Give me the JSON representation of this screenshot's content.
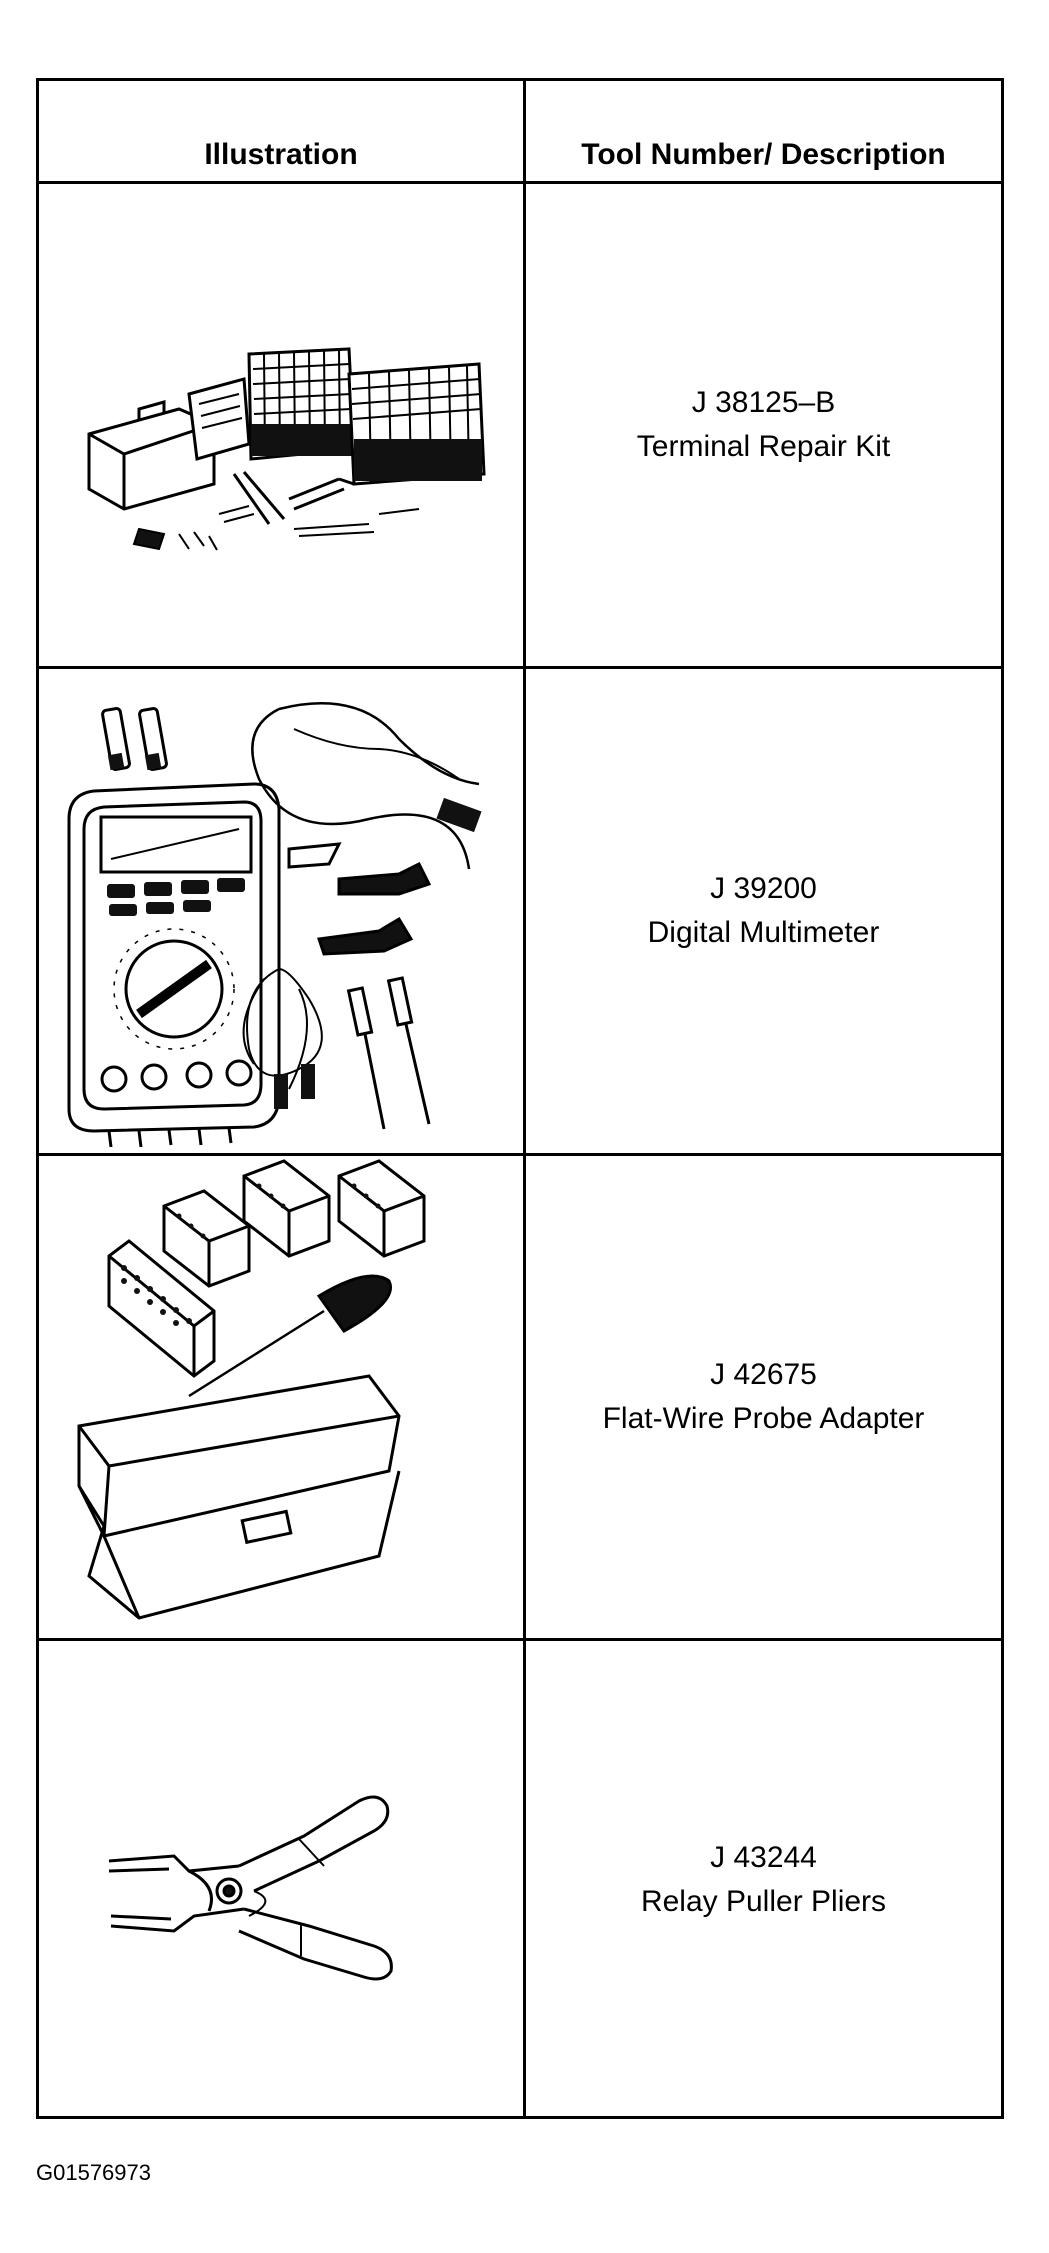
{
  "table": {
    "headers": {
      "illustration": "Illustration",
      "tool": "Tool Number/ Description"
    },
    "rows": [
      {
        "illustration_icon": "terminal-repair-kit-icon",
        "number": "J 38125–B",
        "description": "Terminal Repair Kit"
      },
      {
        "illustration_icon": "digital-multimeter-icon",
        "number": "J 39200",
        "description": "Digital Multimeter"
      },
      {
        "illustration_icon": "flat-wire-probe-adapter-icon",
        "number": "J 42675",
        "description": "Flat-Wire Probe Adapter"
      },
      {
        "illustration_icon": "relay-puller-pliers-icon",
        "number": "J 43244",
        "description": "Relay Puller Pliers"
      }
    ]
  },
  "footer": {
    "figure_id": "G01576973"
  }
}
